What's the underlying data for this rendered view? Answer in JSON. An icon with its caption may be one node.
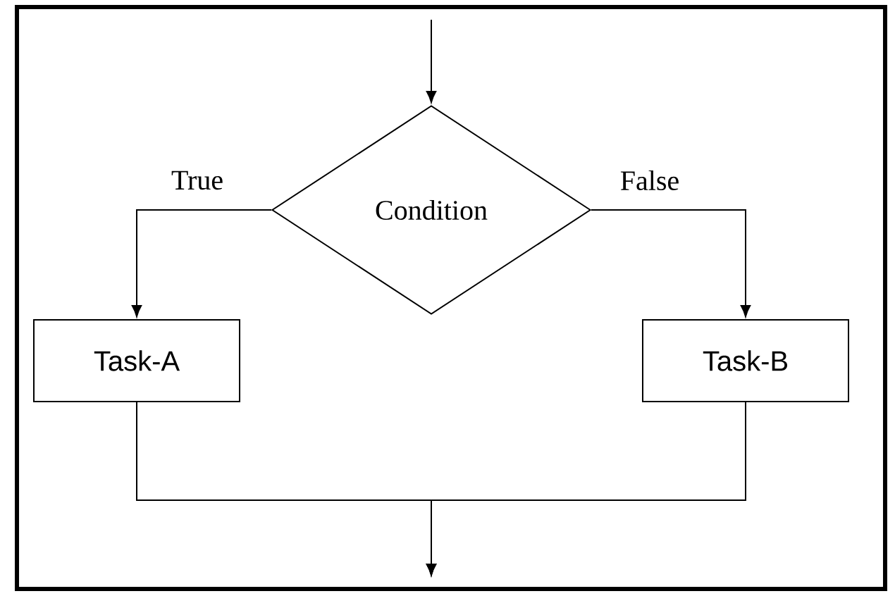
{
  "diagram": {
    "nodes": [
      {
        "text": [
          "Condition"
        ]
      },
      {
        "text": [
          "Task-A"
        ]
      },
      {
        "text": [
          "Task-B"
        ]
      }
    ],
    "edges": [
      {
        "from": null,
        "to": 0,
        "arrow": "to"
      },
      {
        "from": 0,
        "to": 1,
        "arrow": "to",
        "label": "True"
      },
      {
        "from": 0,
        "to": 2,
        "arrow": "to",
        "label": "False"
      },
      {
        "from": 1,
        "to": null,
        "arrow": "to"
      },
      {
        "from": 2,
        "to": null,
        "arrow": "to"
      }
    ]
  }
}
